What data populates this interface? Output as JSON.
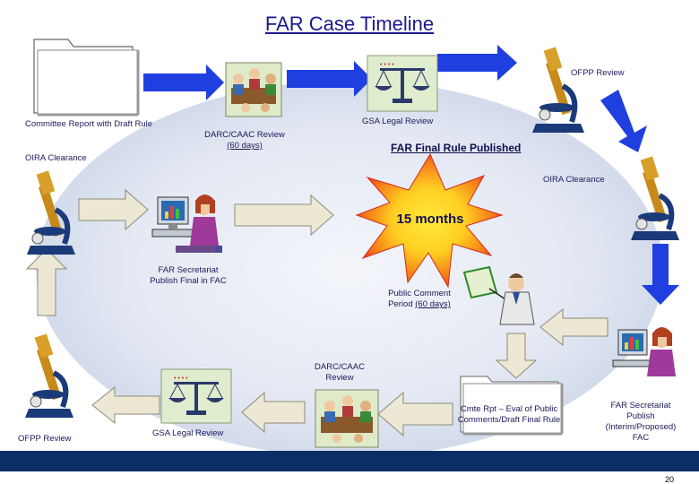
{
  "title": "FAR Case Timeline",
  "center_label": "15 months",
  "page_number": "20",
  "labels": {
    "ofpp_review_top": "OFPP Review",
    "committee_report": "Committee Report with Draft Rule",
    "gsa_legal_top": "GSA Legal Review",
    "darc_review_top_1": "DARC/CAAC Review",
    "darc_review_top_2": "(60 days)",
    "oira_left": "OIRA Clearance",
    "far_final_published": "FAR Final Rule Published",
    "oira_right": "OIRA Clearance",
    "far_sec_final_1": "FAR Secretariat",
    "far_sec_final_2": "Publish Final in FAC",
    "public_comment_1": "Public Comment",
    "public_comment_2a": "Period ",
    "public_comment_2b": "(60 days)",
    "darc_review_bottom_1": "DARC/CAAC",
    "darc_review_bottom_2": "Review",
    "cmte_rpt_1": "Cmte Rpt – Eval of Public",
    "cmte_rpt_2": "Comments/Draft Final Rule",
    "far_sec_interim_1": "FAR Secretariat",
    "far_sec_interim_2": "Publish",
    "far_sec_interim_3": "(Interim/Proposed)",
    "far_sec_interim_4": "FAC",
    "ofpp_review_bottom": "OFPP Review",
    "gsa_legal_bottom": "GSA Legal Review"
  },
  "colors": {
    "blue_arrow": "#1f3fe0",
    "tan_arrow": "#ece8d4",
    "footer_bar": "#0b2e66",
    "burst_outer": "#e6321e",
    "burst_inner": "#ffd21e"
  },
  "icons": [
    "folder-icon",
    "meeting-icon",
    "scales-icon",
    "microscope-icon",
    "computer-user-icon",
    "presenter-icon"
  ]
}
